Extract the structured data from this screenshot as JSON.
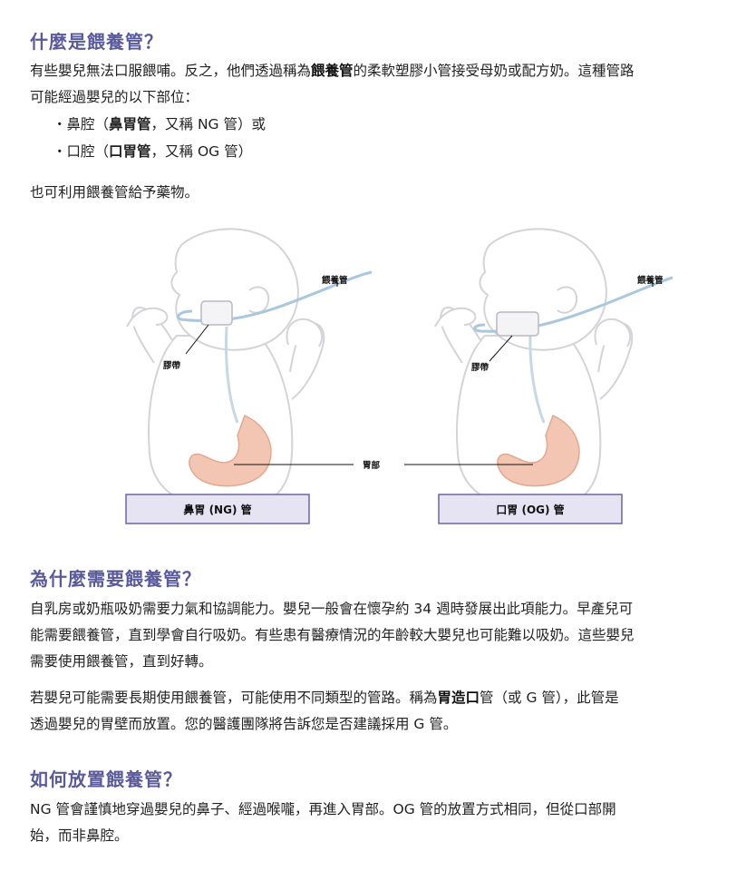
{
  "section1": {
    "title": "什麼是餵養管？",
    "p1_a": "有些嬰兒無法口服餵哺。反之，他們透過稱為",
    "p1_bold": "餵養管",
    "p1_b": "的柔軟塑膠小管接受母奶或配方奶。這種管路",
    "p1_line2": "可能經過嬰兒的以下部位：",
    "bullets": [
      {
        "a": "・鼻腔（",
        "bold": "鼻胃管",
        "b": "，又稱 NG 管）或"
      },
      {
        "a": "・口腔（",
        "bold": "口胃管",
        "b": "，又稱 OG 管）"
      }
    ],
    "p2": "也可利用餵養管給予藥物。"
  },
  "figure": {
    "label_tube": "餵養管",
    "label_tape": "膠帶",
    "label_stomach": "胃部",
    "box_ng": "鼻胃 (NG) 管",
    "box_og": "口胃 (OG) 管"
  },
  "section2": {
    "title": "為什麼需要餵養管？",
    "p1_l1": "自乳房或奶瓶吸奶需要力氣和協調能力。嬰兒一般會在懷孕約 34 週時發展出此項能力。早產兒可",
    "p1_l2": "能需要餵養管，直到學會自行吸奶。有些患有醫療情況的年齡較大嬰兒也可能難以吸奶。這些嬰兒",
    "p1_l3": "需要使用餵養管，直到好轉。",
    "p2_a": "若嬰兒可能需要長期使用餵養管，可能使用不同類型的管路。稱為",
    "p2_bold": "胃造口",
    "p2_b": "管（或 G 管），此管是",
    "p2_l2": "透過嬰兒的胃壁而放置。您的醫護團隊將告訴您是否建議採用 G 管。"
  },
  "section3": {
    "title": "如何放置餵養管？",
    "p1_l1": "NG 管會謹慎地穿過嬰兒的鼻子、經過喉嚨，再進入胃部。OG 管的放置方式相同，但從口部開",
    "p1_l2": "始，而非鼻腔。"
  },
  "colors": {
    "heading": "#5a5a9a",
    "box_fill": "#e6e3f3",
    "box_stroke": "#6b669e",
    "tube": "#a9c8de",
    "stomach": "#f2c6b2"
  }
}
